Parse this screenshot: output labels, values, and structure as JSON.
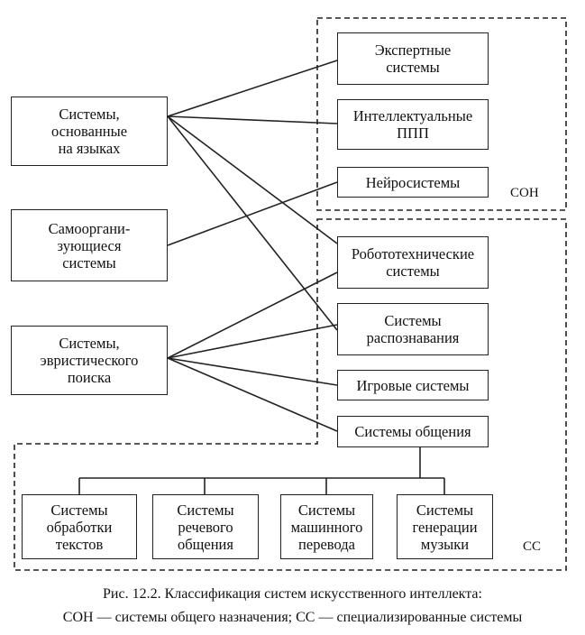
{
  "left_nodes": {
    "language": "Системы,\nоснованные\nна языках",
    "selforg": "Самооргани-\nзующиеся\nсистемы",
    "heuristic": "Системы,\nэвристического\nпоиска"
  },
  "general_nodes": {
    "expert": "Экспертные\nсистемы",
    "intellectual": "Интеллектуальные\nППП",
    "neuro": "Нейросистемы"
  },
  "special_nodes": {
    "robot": "Робототехнические\nсистемы",
    "recognition": "Системы\nраспознавания",
    "game": "Игровые системы",
    "communication": "Системы общения"
  },
  "bottom_nodes": {
    "text": "Системы\nобработки\nтекстов",
    "speech": "Системы\nречевого\nобщения",
    "translation": "Системы\nмашинного\nперевода",
    "music": "Системы\nгенерации\nмузыки"
  },
  "region_labels": {
    "general": "СОН",
    "special": "СС"
  },
  "caption": {
    "line1": "Рис. 12.2. Классификация систем искусственного интеллекта:",
    "line2": "СОН — системы общего назначения; СС — специализированные системы"
  }
}
